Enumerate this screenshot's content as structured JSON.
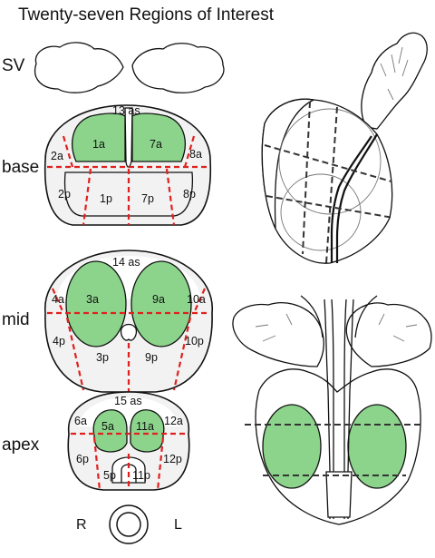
{
  "title": "Twenty-seven Regions of Interest",
  "row_labels": {
    "sv": "SV",
    "base": "base",
    "mid": "mid",
    "apex": "apex"
  },
  "base_regions": {
    "r1a": "1a",
    "r7a": "7a",
    "r2a": "2a",
    "r8a": "8a",
    "r2p": "2p",
    "r1p": "1p",
    "r7p": "7p",
    "r8p": "8p",
    "r13as": "13 as"
  },
  "mid_regions": {
    "r14as": "14 as",
    "r3a": "3a",
    "r9a": "9a",
    "r4a": "4a",
    "r10a": "10a",
    "r4p": "4p",
    "r3p": "3p",
    "r9p": "9p",
    "r10p": "10p"
  },
  "apex_regions": {
    "r15as": "15 as",
    "r5a": "5a",
    "r11a": "11a",
    "r6a": "6a",
    "r12a": "12a",
    "r6p": "6p",
    "r5p": "5p",
    "r11p": "11p",
    "r12p": "12p"
  },
  "orientation": {
    "right": "R",
    "left": "L"
  },
  "colors": {
    "zone_green": "#8cd48c",
    "divider_red": "#e0201e",
    "outline": "#111111",
    "gland_fill": "#f2f2f2"
  }
}
